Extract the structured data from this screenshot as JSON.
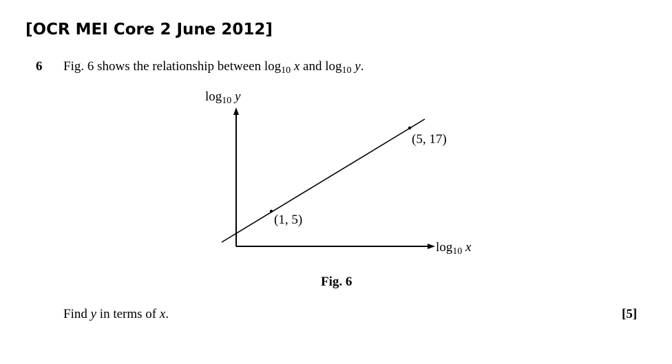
{
  "header": "[OCR MEI Core 2 June 2012]",
  "question": {
    "number": "6",
    "text_prefix": "Fig. 6 shows the relationship between log",
    "sub1": "10",
    "var1": "x",
    "text_mid": " and log",
    "sub2": "10",
    "var2": "y",
    "text_end": "."
  },
  "figure": {
    "caption": "Fig. 6",
    "y_axis_label": {
      "log": "log",
      "base": "10",
      "var": "y"
    },
    "x_axis_label": {
      "log": "log",
      "base": "10",
      "var": "x"
    },
    "points": [
      {
        "label": "(1, 5)"
      },
      {
        "label": "(5, 17)"
      }
    ]
  },
  "task": {
    "prefix": "Find ",
    "var": "y",
    "mid": " in terms of ",
    "var2": "x",
    "end": "."
  },
  "marks": "[5]"
}
